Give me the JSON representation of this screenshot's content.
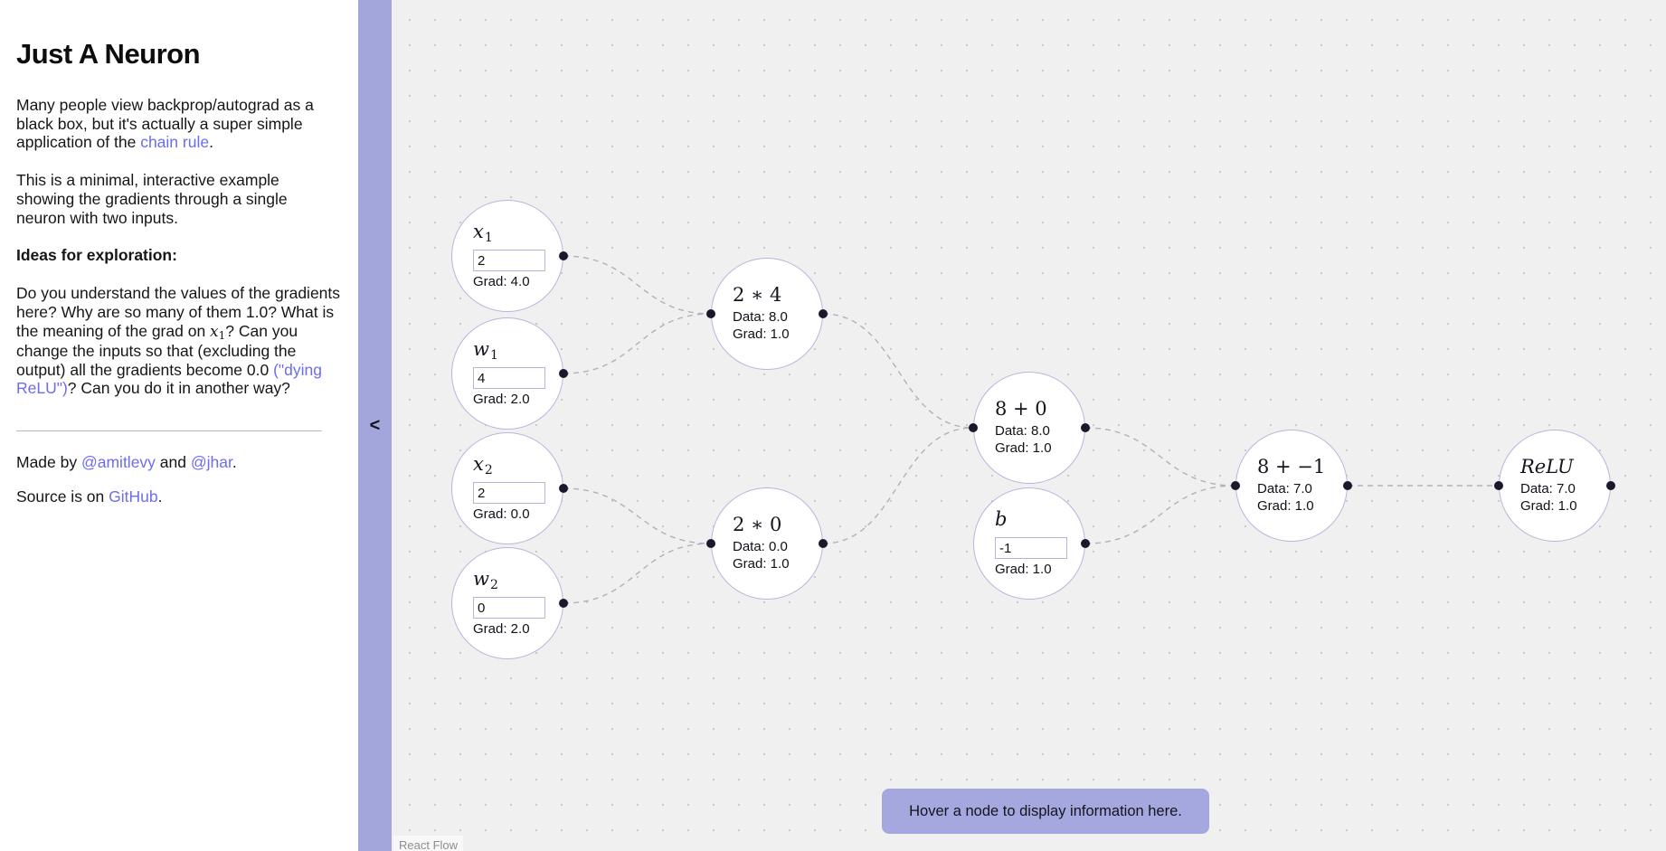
{
  "sidebar": {
    "title": "Just A Neuron",
    "intro": {
      "part1": "Many people view backprop/autograd as a black box, but it's actually a super simple application of the ",
      "link": "chain rule",
      "part2": "."
    },
    "p2": "This is a minimal, interactive example showing the gradients through a single neuron with two inputs.",
    "ideas": {
      "heading": "Ideas for exploration:",
      "part1": "Do you understand the values of the gradients here? Why are so many of them 1.0? What is the meaning of the grad on ",
      "math_main": "x",
      "math_sub": "1",
      "part2": "? Can you change the inputs so that (excluding the output) all the gradients become 0.0 ",
      "link": "(\"dying ReLU\")",
      "part3": "? Can you do it in another way?"
    },
    "credits": {
      "made_by": "Made by ",
      "author1": "@amitlevy",
      "and": " and ",
      "author2": "@jhar",
      "period1": ".",
      "source_prefix": "Source is on ",
      "source_link": "GitHub",
      "period2": "."
    }
  },
  "panel": {
    "collapse_button": "<"
  },
  "canvas": {
    "info_box": "Hover a node to display information here.",
    "attribution": "React Flow"
  },
  "nodes": {
    "x1": {
      "label": "x",
      "sub": "1",
      "value": "2",
      "grad": "Grad: 4.0"
    },
    "w1": {
      "label": "w",
      "sub": "1",
      "value": "4",
      "grad": "Grad: 2.0"
    },
    "x2": {
      "label": "x",
      "sub": "2",
      "value": "2",
      "grad": "Grad: 0.0"
    },
    "w2": {
      "label": "w",
      "sub": "2",
      "value": "0",
      "grad": "Grad: 2.0"
    },
    "mul1": {
      "label": "2 ∗ 4",
      "data": "Data: 8.0",
      "grad": "Grad: 1.0"
    },
    "mul2": {
      "label": "2 ∗ 0",
      "data": "Data: 0.0",
      "grad": "Grad: 1.0"
    },
    "add1": {
      "label": "8 + 0",
      "data": "Data: 8.0",
      "grad": "Grad: 1.0"
    },
    "b": {
      "label": "b",
      "sub": "",
      "value": "-1",
      "grad": "Grad: 1.0"
    },
    "add2": {
      "label": "8 + −1",
      "data": "Data: 7.0",
      "grad": "Grad: 1.0"
    },
    "relu": {
      "label": "ReLU",
      "data": "Data: 7.0",
      "grad": "Grad: 1.0"
    }
  },
  "colors": {
    "accent_strip": "#a3a6da",
    "link": "#6c6cf2",
    "node_border": "#b5b6dc",
    "edge": "#b1b1b7",
    "handle": "#1a192b",
    "canvas_bg": "#f0f0f0",
    "info_box_bg": "#a5a8de"
  }
}
